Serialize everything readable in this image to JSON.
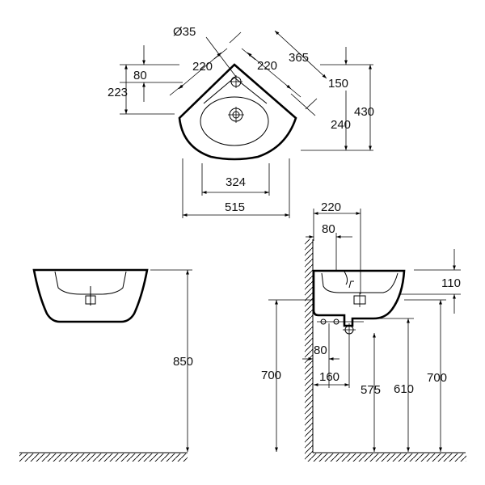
{
  "top_view": {
    "dims": {
      "d35": "Ø35",
      "w220_left": "220",
      "w220_right": "220",
      "d365": "365",
      "d80": "80",
      "d223": "223",
      "d150": "150",
      "d240": "240",
      "d430": "430",
      "d324": "324",
      "d515": "515"
    }
  },
  "front_view": {
    "dims": {
      "h850": "850"
    }
  },
  "side_view": {
    "dims": {
      "w220": "220",
      "w80_top": "80",
      "h110": "110",
      "w80_bottom": "80",
      "w160": "160",
      "h700_left": "700",
      "h575": "575",
      "h610": "610",
      "h700_right": "700"
    }
  }
}
